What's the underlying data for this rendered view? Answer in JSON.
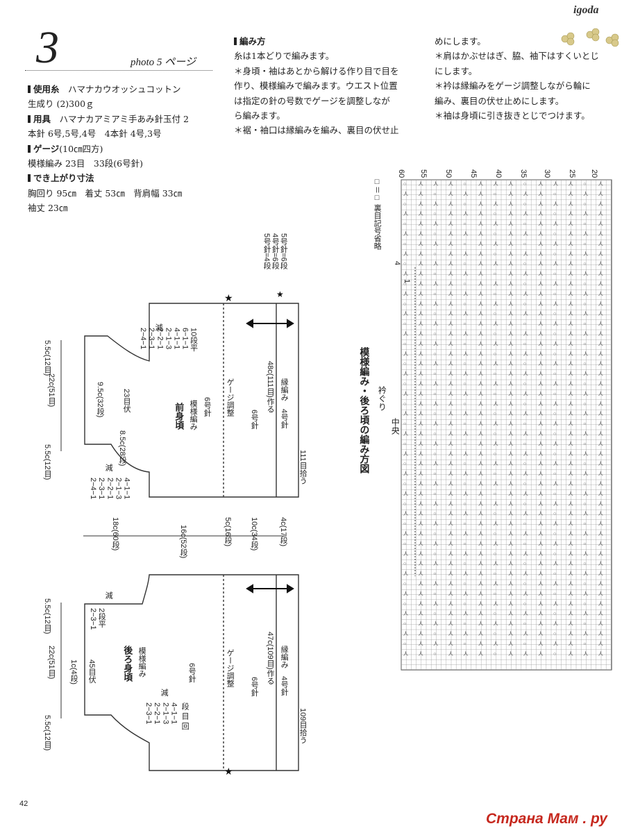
{
  "header": {
    "pattern_number": "3",
    "photo_ref": "photo 5 ページ",
    "site_tag": "igoda"
  },
  "specs": {
    "yarn_heading": "使用糸",
    "yarn_line1": "ハマナカウオッシュコットン",
    "yarn_line2": "生成り (2)300ｇ",
    "tools_heading": "用具",
    "tools_line1": "ハマナカアミアミ手あみ針玉付 2",
    "tools_line2": "本針 6号,5号,4号　4本針 4号,3号",
    "gauge_heading": "ゲージ",
    "gauge_unit": "(10㎝四方)",
    "gauge_line": "模様編み 23目　33段(6号針)",
    "size_heading": "でき上がり寸法",
    "size_line1": "胸回り 95㎝　着丈 53㎝　背肩幅 33㎝",
    "size_line2": "袖丈 23㎝"
  },
  "method": {
    "heading": "編み方",
    "lines": [
      "糸は1本どりで編みます。",
      "＊身頃・袖はあとから解ける作り目で目を",
      "作り、模様編みで編みます。ウエスト位置",
      "は指定の針の号数でゲージを調整しなが",
      "ら編みます。",
      "＊裾・袖口は縁編みを編み、裏目の伏せ止"
    ],
    "lines_cont": [
      "めにします。",
      "＊肩はかぶせはぎ、脇、袖下はすくいとじ",
      "にします。",
      "＊衿は縁編みをゲージ調整しながら輪に",
      "編み、裏目の伏せ止めにします。",
      "＊袖は身頃に引き抜きとじでつけます。"
    ]
  },
  "front": {
    "title": "前身頃",
    "stitch": "模様編み",
    "needle": "6号針",
    "gauge_adjust": "ゲージ調整",
    "needle_mid": "6号針",
    "cast_on": "48c(111目)作る",
    "edge": "縁編み　4号針",
    "pickup": "111目拾う",
    "shoulder_w": "5.5c(12目)",
    "neck_w": "22c(51目)",
    "shoulder_w2": "5.5c(12目)",
    "neck_depth": "9.5c(32段)",
    "neck_flat": "23目伏",
    "neck_dec": "10段平\n6−1−1\n4−1−1\n2−1−3\n2−2−1\n2−3−1\n2−4−1",
    "neck_dec_label": "減",
    "armhole": "8.5c(28段)",
    "arm_dec": "4−1−1\n2−1−3\n2−2−1\n2−3−1\n2−4−1",
    "arm_dec_label": "減",
    "needle_notes": "5号針=6段\n4号針=6段\n5号針=4段"
  },
  "dims": {
    "d1": "18c(60段)",
    "d2": "16c(52段)",
    "d3": "5c(16段)",
    "d4": "10c(34段)",
    "d5": "4c(17段)"
  },
  "back": {
    "title": "後ろ身頃",
    "stitch": "模様編み",
    "needle": "6号針",
    "gauge_adjust": "ゲージ調整",
    "needle_mid": "6号針",
    "cast_on": "47c(109目)作る",
    "edge": "縁編み　4号針",
    "pickup": "109目拾う",
    "shoulder_w": "5.5c(12目)",
    "neck_w": "22c(51目)",
    "shoulder_w2": "5.5c(12目)",
    "neck_depth": "1c(4段)",
    "neck_flat": "45目伏",
    "neck_dec": "2段平\n2−3−1",
    "neck_dec_label": "減",
    "arm_dec": "4−1−1\n2−1−3\n2−2−1\n2−3−1",
    "arm_dec_label": "減",
    "row_label": "段 目 回"
  },
  "chart": {
    "title": "模様編み・後ろ頃の編み方図",
    "collar": "衿ぐり",
    "center": "中央",
    "legend": "□＝□ 裏目記号省略",
    "col_numbers": [
      "60",
      "55",
      "50",
      "45",
      "40",
      "35",
      "30",
      "25",
      "20"
    ],
    "row_marks": [
      "4",
      "1"
    ]
  },
  "footer": {
    "page_number": "42",
    "watermark": "Страна Мам . ру"
  }
}
